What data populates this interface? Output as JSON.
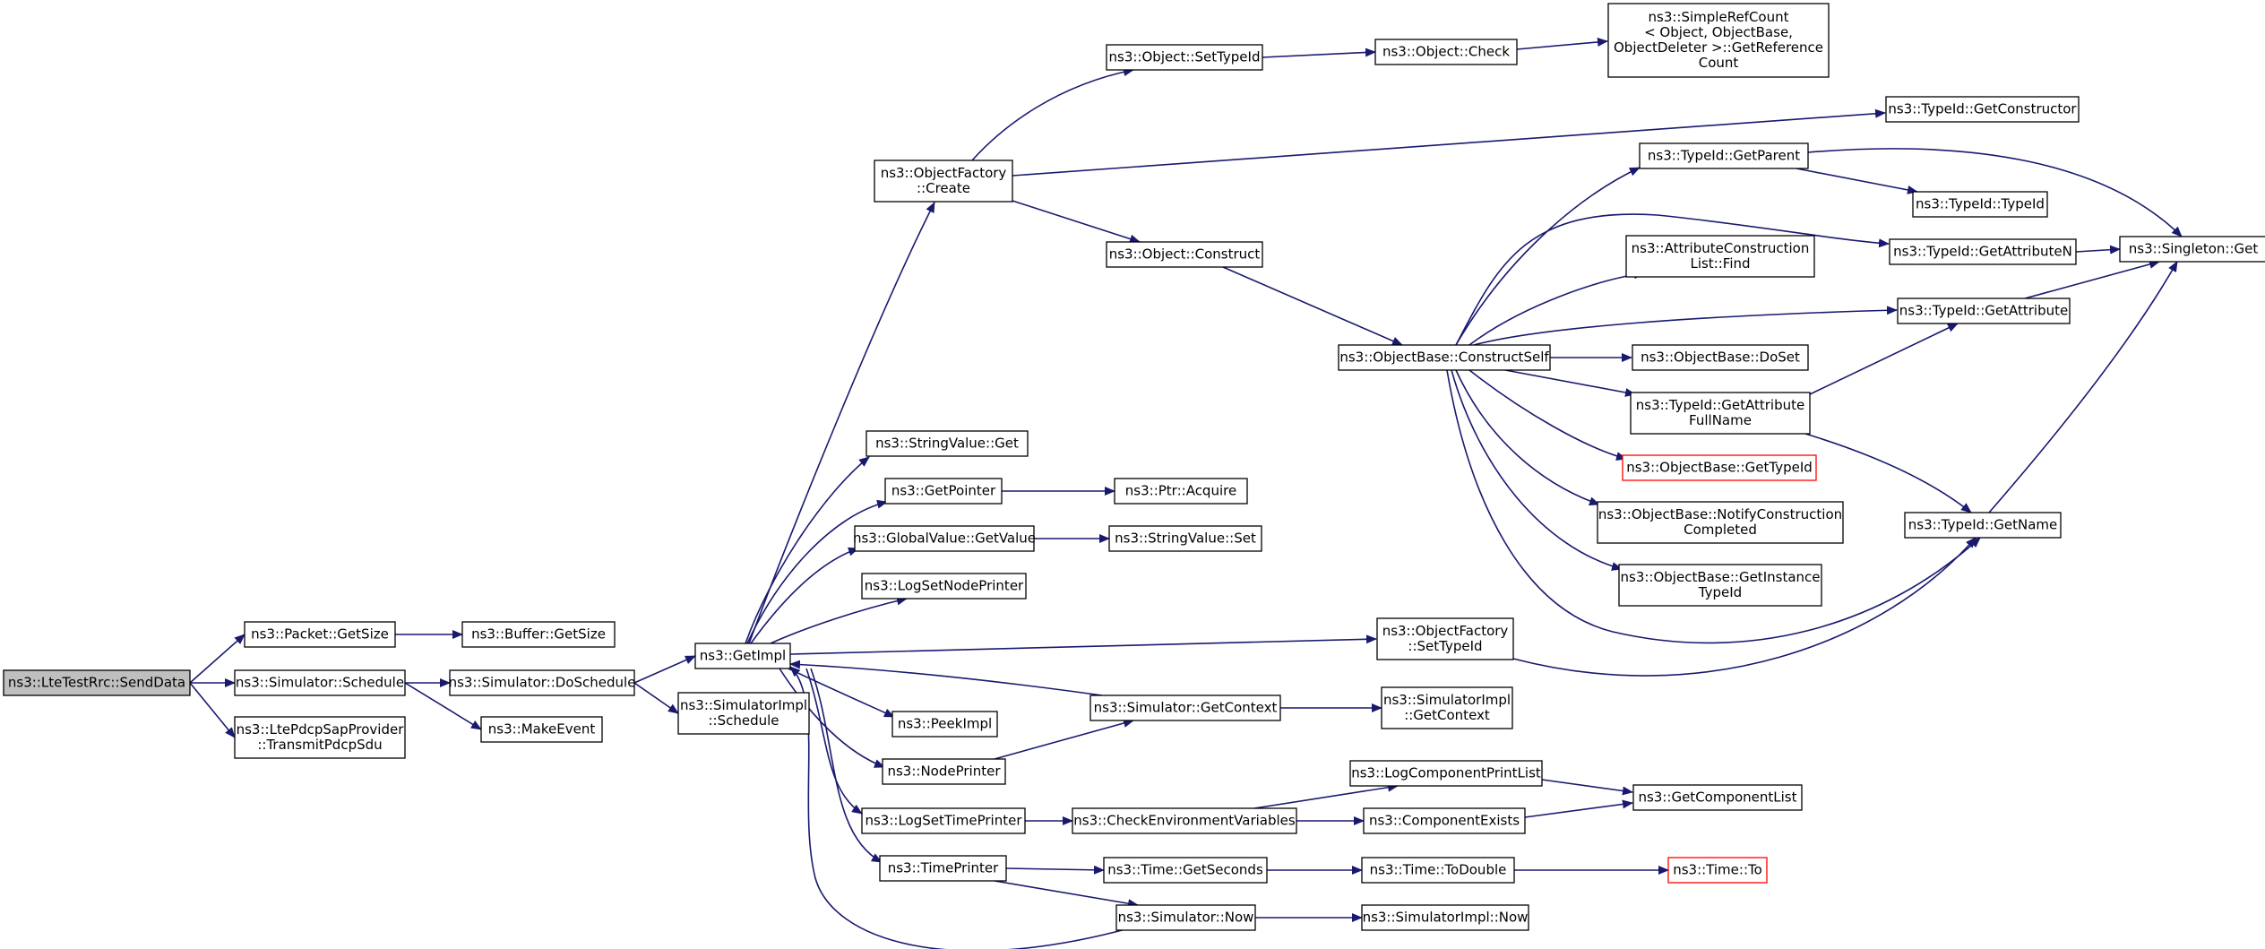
{
  "colors": {
    "edge": "#191970",
    "node_border": "#000000",
    "root_fill": "#bfbfbf",
    "truncated_border": "#ff0000"
  },
  "nodes": [
    {
      "id": "SendData",
      "lines": [
        "ns3::LteTestRrc::SendData"
      ],
      "kind": "root"
    },
    {
      "id": "PacketGetSize",
      "lines": [
        "ns3::Packet::GetSize"
      ]
    },
    {
      "id": "BufferGetSize",
      "lines": [
        "ns3::Buffer::GetSize"
      ]
    },
    {
      "id": "SimSchedule",
      "lines": [
        "ns3::Simulator::Schedule"
      ]
    },
    {
      "id": "DoSchedule",
      "lines": [
        "ns3::Simulator::DoSchedule"
      ]
    },
    {
      "id": "MakeEvent",
      "lines": [
        "ns3::MakeEvent"
      ]
    },
    {
      "id": "TransmitPdcpSdu",
      "lines": [
        "ns3::LtePdcpSapProvider",
        "::TransmitPdcpSdu"
      ]
    },
    {
      "id": "GetImpl",
      "lines": [
        "ns3::GetImpl"
      ]
    },
    {
      "id": "SimImplSchedule",
      "lines": [
        "ns3::SimulatorImpl",
        "::Schedule"
      ]
    },
    {
      "id": "OFCreate",
      "lines": [
        "ns3::ObjectFactory",
        "::Create"
      ]
    },
    {
      "id": "StringValueGet",
      "lines": [
        "ns3::StringValue::Get"
      ]
    },
    {
      "id": "GetPointer",
      "lines": [
        "ns3::GetPointer"
      ]
    },
    {
      "id": "PtrAcquire",
      "lines": [
        "ns3::Ptr::Acquire"
      ]
    },
    {
      "id": "GVGetValue",
      "lines": [
        "ns3::GlobalValue::GetValue"
      ]
    },
    {
      "id": "StringValueSet",
      "lines": [
        "ns3::StringValue::Set"
      ]
    },
    {
      "id": "LogSetNodePrinter",
      "lines": [
        "ns3::LogSetNodePrinter"
      ]
    },
    {
      "id": "PeekImpl",
      "lines": [
        "ns3::PeekImpl"
      ]
    },
    {
      "id": "NodePrinter",
      "lines": [
        "ns3::NodePrinter"
      ]
    },
    {
      "id": "LogSetTimePrinter",
      "lines": [
        "ns3::LogSetTimePrinter"
      ]
    },
    {
      "id": "TimePrinter",
      "lines": [
        "ns3::TimePrinter"
      ]
    },
    {
      "id": "ObjSetTypeId",
      "lines": [
        "ns3::Object::SetTypeId"
      ]
    },
    {
      "id": "ObjCheck",
      "lines": [
        "ns3::Object::Check"
      ]
    },
    {
      "id": "SimpleRefCount",
      "lines": [
        "ns3::SimpleRefCount",
        "< Object, ObjectBase,",
        "ObjectDeleter >::GetReference",
        "Count"
      ]
    },
    {
      "id": "ObjConstruct",
      "lines": [
        "ns3::Object::Construct"
      ]
    },
    {
      "id": "ConstructSelf",
      "lines": [
        "ns3::ObjectBase::ConstructSelf"
      ]
    },
    {
      "id": "OFSetTypeId",
      "lines": [
        "ns3::ObjectFactory",
        "::SetTypeId"
      ]
    },
    {
      "id": "SimGetContext",
      "lines": [
        "ns3::Simulator::GetContext"
      ]
    },
    {
      "id": "SimImplGetContext",
      "lines": [
        "ns3::SimulatorImpl",
        "::GetContext"
      ]
    },
    {
      "id": "CheckEnv",
      "lines": [
        "ns3::CheckEnvironmentVariables"
      ]
    },
    {
      "id": "TimeGetSeconds",
      "lines": [
        "ns3::Time::GetSeconds"
      ]
    },
    {
      "id": "SimNow",
      "lines": [
        "ns3::Simulator::Now"
      ]
    },
    {
      "id": "LogCompPrintList",
      "lines": [
        "ns3::LogComponentPrintList"
      ]
    },
    {
      "id": "CompExists",
      "lines": [
        "ns3::ComponentExists"
      ]
    },
    {
      "id": "GetCompList",
      "lines": [
        "ns3::GetComponentList"
      ]
    },
    {
      "id": "TimeToDouble",
      "lines": [
        "ns3::Time::ToDouble"
      ]
    },
    {
      "id": "TimeTo",
      "lines": [
        "ns3::Time::To"
      ],
      "kind": "truncated"
    },
    {
      "id": "SimImplNow",
      "lines": [
        "ns3::SimulatorImpl::Now"
      ]
    },
    {
      "id": "TIGetConstructor",
      "lines": [
        "ns3::TypeId::GetConstructor"
      ]
    },
    {
      "id": "TIGetParent",
      "lines": [
        "ns3::TypeId::GetParent"
      ]
    },
    {
      "id": "TITypeId",
      "lines": [
        "ns3::TypeId::TypeId"
      ]
    },
    {
      "id": "TIGetAttributeN",
      "lines": [
        "ns3::TypeId::GetAttributeN"
      ]
    },
    {
      "id": "SingletonGet",
      "lines": [
        "ns3::Singleton::Get"
      ]
    },
    {
      "id": "ACLFind",
      "lines": [
        "ns3::AttributeConstruction",
        "List::Find"
      ]
    },
    {
      "id": "TIGetAttribute",
      "lines": [
        "ns3::TypeId::GetAttribute"
      ]
    },
    {
      "id": "OBDoSet",
      "lines": [
        "ns3::ObjectBase::DoSet"
      ]
    },
    {
      "id": "TIGetAttrFullName",
      "lines": [
        "ns3::TypeId::GetAttribute",
        "FullName"
      ]
    },
    {
      "id": "OBGetTypeId",
      "lines": [
        "ns3::ObjectBase::GetTypeId"
      ],
      "kind": "truncated"
    },
    {
      "id": "OBNotify",
      "lines": [
        "ns3::ObjectBase::NotifyConstruction",
        "Completed"
      ]
    },
    {
      "id": "OBGetInstanceTypeId",
      "lines": [
        "ns3::ObjectBase::GetInstance",
        "TypeId"
      ]
    },
    {
      "id": "TIGetName",
      "lines": [
        "ns3::TypeId::GetName"
      ]
    }
  ]
}
